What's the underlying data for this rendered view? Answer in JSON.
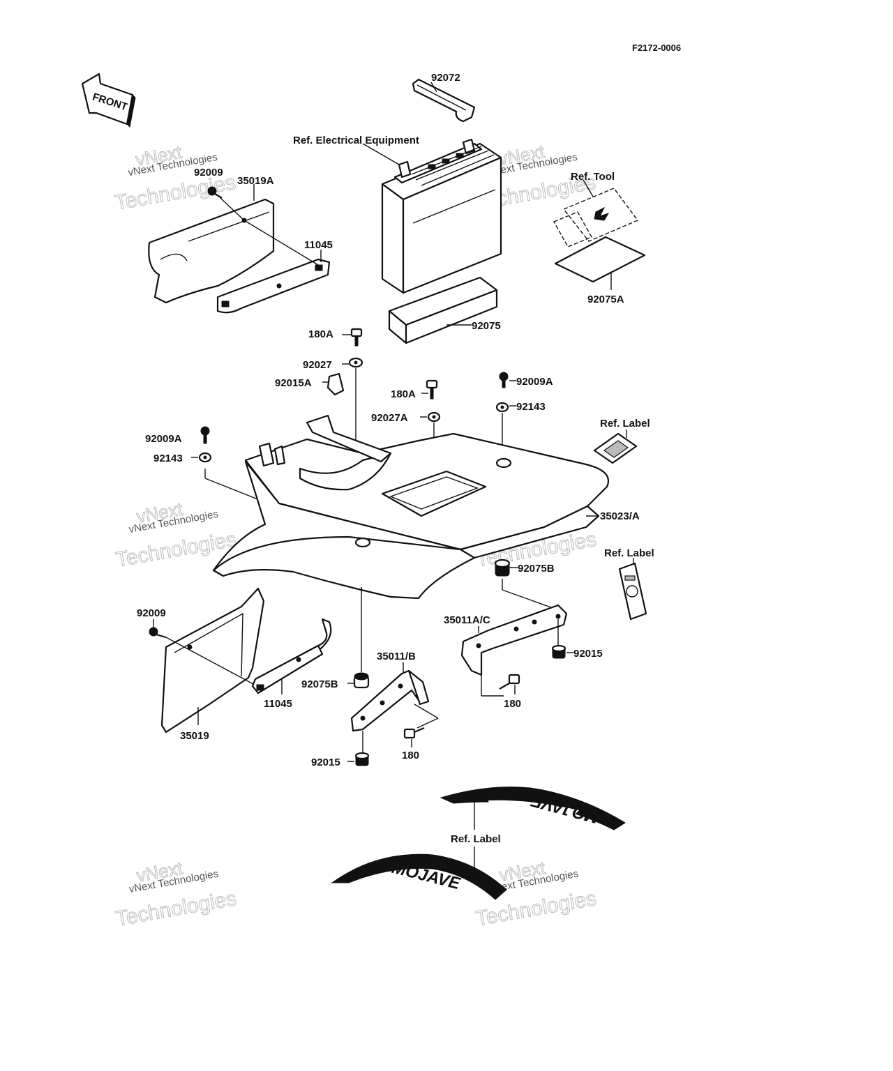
{
  "diagram": {
    "code": "F2172-0006",
    "front_label": "FRONT",
    "watermark": {
      "line1": "vNext Technologies",
      "line2": "vNext",
      "line3": "Technologies"
    },
    "labels": {
      "p92072": "92072",
      "ref_electrical": "Ref. Electrical Equipment",
      "ref_tool": "Ref. Tool",
      "p92009_top": "92009",
      "p35019A": "35019A",
      "p11045_top": "11045",
      "p92075A": "92075A",
      "p92075": "92075",
      "p180A_1": "180A",
      "p92027": "92027",
      "p92015A": "92015A",
      "p180A_2": "180A",
      "p92009A_1": "92009A",
      "p92143_1": "92143",
      "p92027A": "92027A",
      "ref_label_1": "Ref. Label",
      "p92009A_2": "92009A",
      "p92143_2": "92143",
      "p35023A": "35023/A",
      "ref_label_2": "Ref. Label",
      "p92075B_1": "92075B",
      "p92009_bottom": "92009",
      "p35011AC": "35011A/C",
      "p92015_1": "92015",
      "p35011B": "35011/B",
      "p92075B_2": "92075B",
      "p180_1": "180",
      "p11045_bottom": "11045",
      "p35019": "35019",
      "p180_2": "180",
      "p92015_2": "92015",
      "ref_label_3": "Ref. Label"
    },
    "decals": {
      "mojave_top": "MOJAVE",
      "mojave_bottom": "MOJAVE"
    }
  }
}
